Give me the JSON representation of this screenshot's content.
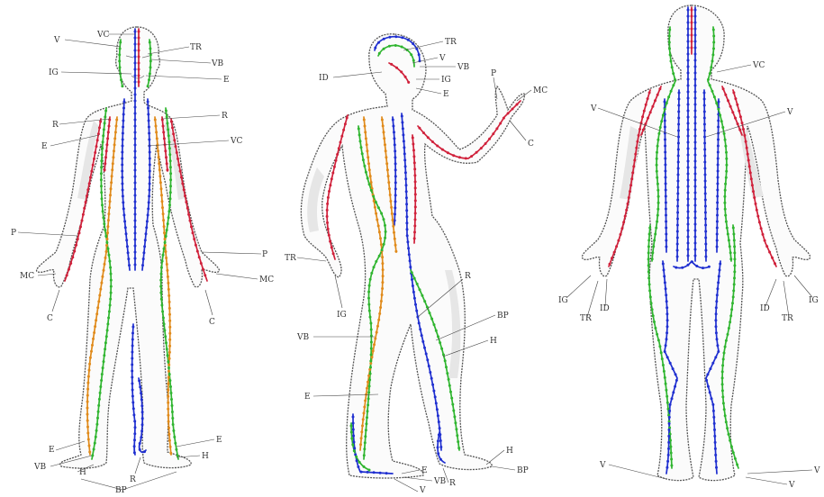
{
  "meridian_colors": {
    "yin": "#1f2fd0",
    "yang_fire": "#d0203a",
    "yang_wood": "#2fb52f",
    "earth": "#e08a1a"
  },
  "figures": {
    "front": {
      "labels": {
        "vc": "VC",
        "v": "V",
        "tr": "TR",
        "vb": "VB",
        "ig": "IG",
        "e_head": "E",
        "r_left": "R",
        "r_right": "R",
        "e_chest": "E",
        "vc_chest": "VC",
        "p_left": "P",
        "p_right": "P",
        "mc_left": "MC",
        "mc_right": "MC",
        "c_left": "C",
        "c_right": "C",
        "e_foot_left": "E",
        "e_foot_right": "E",
        "vb_foot": "VB",
        "h_foot_left": "H",
        "h_foot_right": "H",
        "r_foot": "R",
        "bp_foot": "BP"
      }
    },
    "side": {
      "labels": {
        "tr": "TR",
        "v": "V",
        "id": "ID",
        "vb": "VB",
        "ig": "IG",
        "e_head": "E",
        "p": "P",
        "mc": "MC",
        "c": "C",
        "tr_hand": "TR",
        "ig_hand": "IG",
        "r_leg": "R",
        "bp_leg": "BP",
        "vb_leg": "VB",
        "h_leg": "H",
        "e_leg": "E",
        "h_foot": "H",
        "bp_foot": "BP",
        "e_foot": "E",
        "vb_foot": "VB",
        "r_foot": "R",
        "v_foot": "V"
      }
    },
    "back": {
      "labels": {
        "vc": "VC",
        "v_left": "V",
        "v_right": "V",
        "ig_left": "IG",
        "tr_left": "TR",
        "id_left": "ID",
        "id_right": "ID",
        "tr_right": "TR",
        "ig_right": "IG",
        "v_foot_left": "V",
        "v_foot_right1": "V",
        "v_foot_right2": "V"
      }
    }
  }
}
